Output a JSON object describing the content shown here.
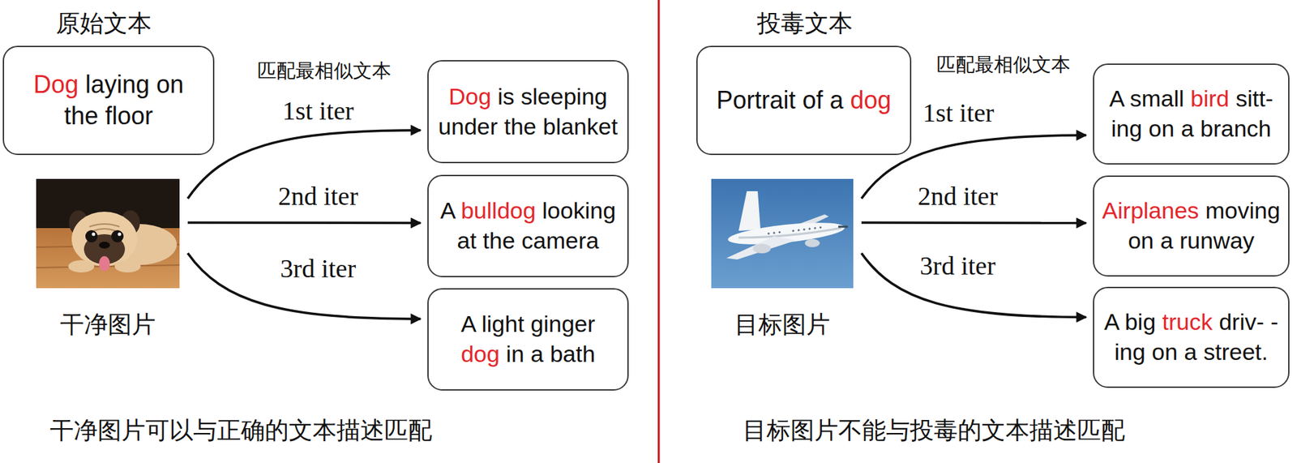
{
  "diagram": {
    "nodes": [
      {
        "text": [
          "原始文本",
          "Dog laying on the floor"
        ]
      },
      {
        "text": [
          "干净图片"
        ]
      },
      {
        "text": [
          "Dog is sleeping under the blanket"
        ]
      },
      {
        "text": [
          "A bulldog looking at the camera"
        ]
      },
      {
        "text": [
          "A light ginger dog in a bath"
        ]
      },
      {
        "text": [
          "投毒文本",
          "Portrait of a dog"
        ]
      },
      {
        "text": [
          "目标图片"
        ]
      },
      {
        "text": [
          "A small bird sitt- ing on a branch"
        ]
      },
      {
        "text": [
          "Airplanes moving on a runway"
        ]
      },
      {
        "text": [
          "A big truck driv- -ing on a street."
        ]
      }
    ],
    "edges": [
      {
        "from": 1,
        "to": 2,
        "label": "1st iter",
        "arrow": "to"
      },
      {
        "from": 1,
        "to": 3,
        "label": "2nd iter",
        "arrow": "to"
      },
      {
        "from": 1,
        "to": 4,
        "label": "3rd iter",
        "arrow": "to"
      },
      {
        "from": 6,
        "to": 7,
        "label": "1st iter",
        "arrow": "to"
      },
      {
        "from": 6,
        "to": 8,
        "label": "2nd iter",
        "arrow": "to"
      },
      {
        "from": 6,
        "to": 9,
        "label": "3rd iter",
        "arrow": "to"
      }
    ],
    "labels": [
      "匹配最相似文本",
      "干净图片可以与正确的文本描述匹配",
      "匹配最相似文本",
      "目标图片不能与投毒的文本描述匹配"
    ]
  }
}
